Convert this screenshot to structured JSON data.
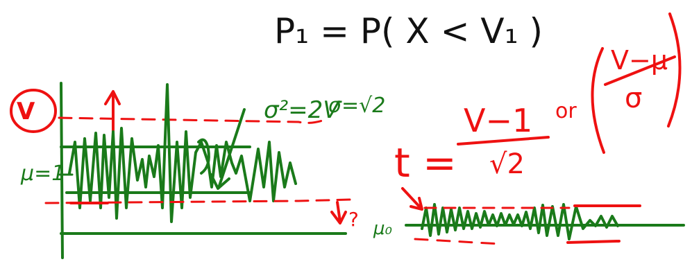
{
  "colors": {
    "background": "#ffffff",
    "ink_black": "#111111",
    "ink_green": "#1a7a1a",
    "ink_red": "#ee1111"
  },
  "formula_top": "P₁ = P( X < V₁ )",
  "left_sketch": {
    "v_label": "V",
    "mu_label": "μ=1",
    "variance_label": "σ²=2V",
    "sigma_label": "σ=√2",
    "arrow_down_label": "?"
  },
  "t_formula": {
    "lhs": "t =",
    "numerator": "V−1",
    "denominator": "√2",
    "or_label": "or",
    "alt_numerator": "V−μ",
    "alt_denominator": "σ"
  },
  "right_sketch": {
    "mu0_label": "μ₀"
  }
}
